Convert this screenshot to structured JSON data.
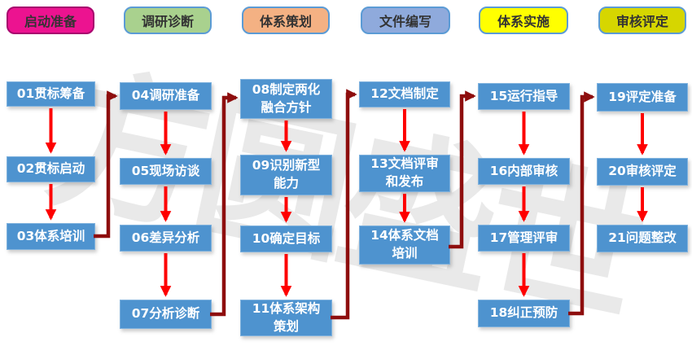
{
  "watermark": "方圆盛世",
  "colors": {
    "flow_box_fill": "#4E93CF",
    "flow_box_border": "#7FB2DE",
    "flow_box_text": "#FFFFFF",
    "arrow_red": "#FE0000",
    "connector_maroon": "#8E0E0E",
    "header_text": "#333333",
    "watermark_gray": "#E9E9E9"
  },
  "stages": [
    {
      "label": "启动准备",
      "fill": "#EC1390",
      "border": "#A8066E",
      "steps": [
        "01贯标筹备",
        "02贯标启动",
        "03体系培训"
      ]
    },
    {
      "label": "调研诊断",
      "fill": "#A9D18E",
      "border": "#5B9BD5",
      "steps": [
        "04调研准备",
        "05现场访谈",
        "06差异分析",
        "07分析诊断"
      ]
    },
    {
      "label": "体系策划",
      "fill": "#F4B183",
      "border": "#5B9BD5",
      "steps": [
        "08制定两化\n融合方针",
        "09识别新型\n能力",
        "10确定目标",
        "11体系架构\n策划"
      ]
    },
    {
      "label": "文件编写",
      "fill": "#8FAADC",
      "border": "#5B9BD5",
      "steps": [
        "12文档制定",
        "13文档评审\n和发布",
        "14体系文档\n培训"
      ]
    },
    {
      "label": "体系实施",
      "fill": "#FFFF00",
      "border": "#5B9BD5",
      "steps": [
        "15运行指导",
        "16内部审核",
        "17管理评审",
        "18纠正预防"
      ]
    },
    {
      "label": "审核评定",
      "fill": "#D6D600",
      "border": "#5B9BD5",
      "steps": [
        "19评定准备",
        "20审核评定",
        "21问题整改"
      ]
    }
  ]
}
